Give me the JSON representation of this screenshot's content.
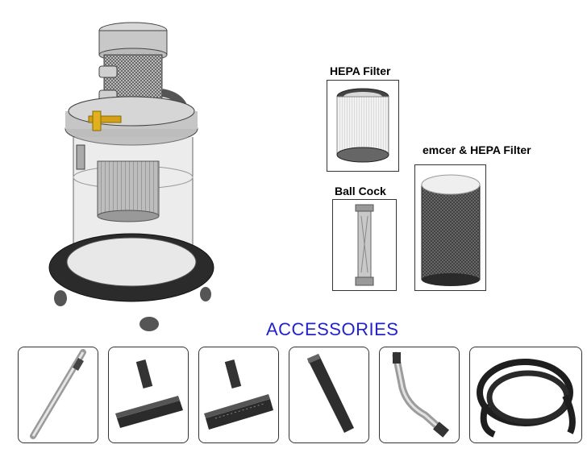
{
  "products": {
    "hepa_filter_label": "HEPA Filter",
    "ball_cock_label": "Ball Cock",
    "emcer_hepa_label": "emcer & HEPA Filter"
  },
  "accessories": {
    "title": "ACCESSORIES"
  },
  "colors": {
    "title_blue": "#2222cc",
    "ring_black": "#2b2b2b",
    "filter_mesh": "#3a3a3a",
    "brass": "#d4a017"
  }
}
